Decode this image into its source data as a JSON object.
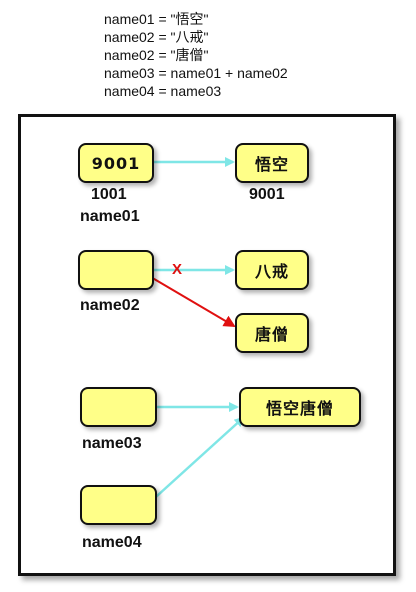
{
  "code_lines": [
    "name01 = \"悟空\"",
    "name02 = \"八戒\"",
    "name02 = \"唐僧\"",
    "name03 = name01 + name02",
    "name04 = name03"
  ],
  "variables": {
    "name01": {
      "value": "9001",
      "address": "1001",
      "label": "name01"
    },
    "name02": {
      "value": "",
      "label": "name02"
    },
    "name03": {
      "value": "",
      "label": "name03"
    },
    "name04": {
      "value": "",
      "label": "name04"
    }
  },
  "objects": {
    "wukong": {
      "text": "悟空",
      "address": "9001"
    },
    "bajie": {
      "text": "八戒"
    },
    "tangseng": {
      "text": "唐僧"
    },
    "combined": {
      "text": "悟空唐僧"
    }
  },
  "broken_marker": "X",
  "colors": {
    "box_fill": "#ffff88",
    "reference_arrow": "#7fe6e6",
    "reassign_arrow": "#e01010"
  }
}
